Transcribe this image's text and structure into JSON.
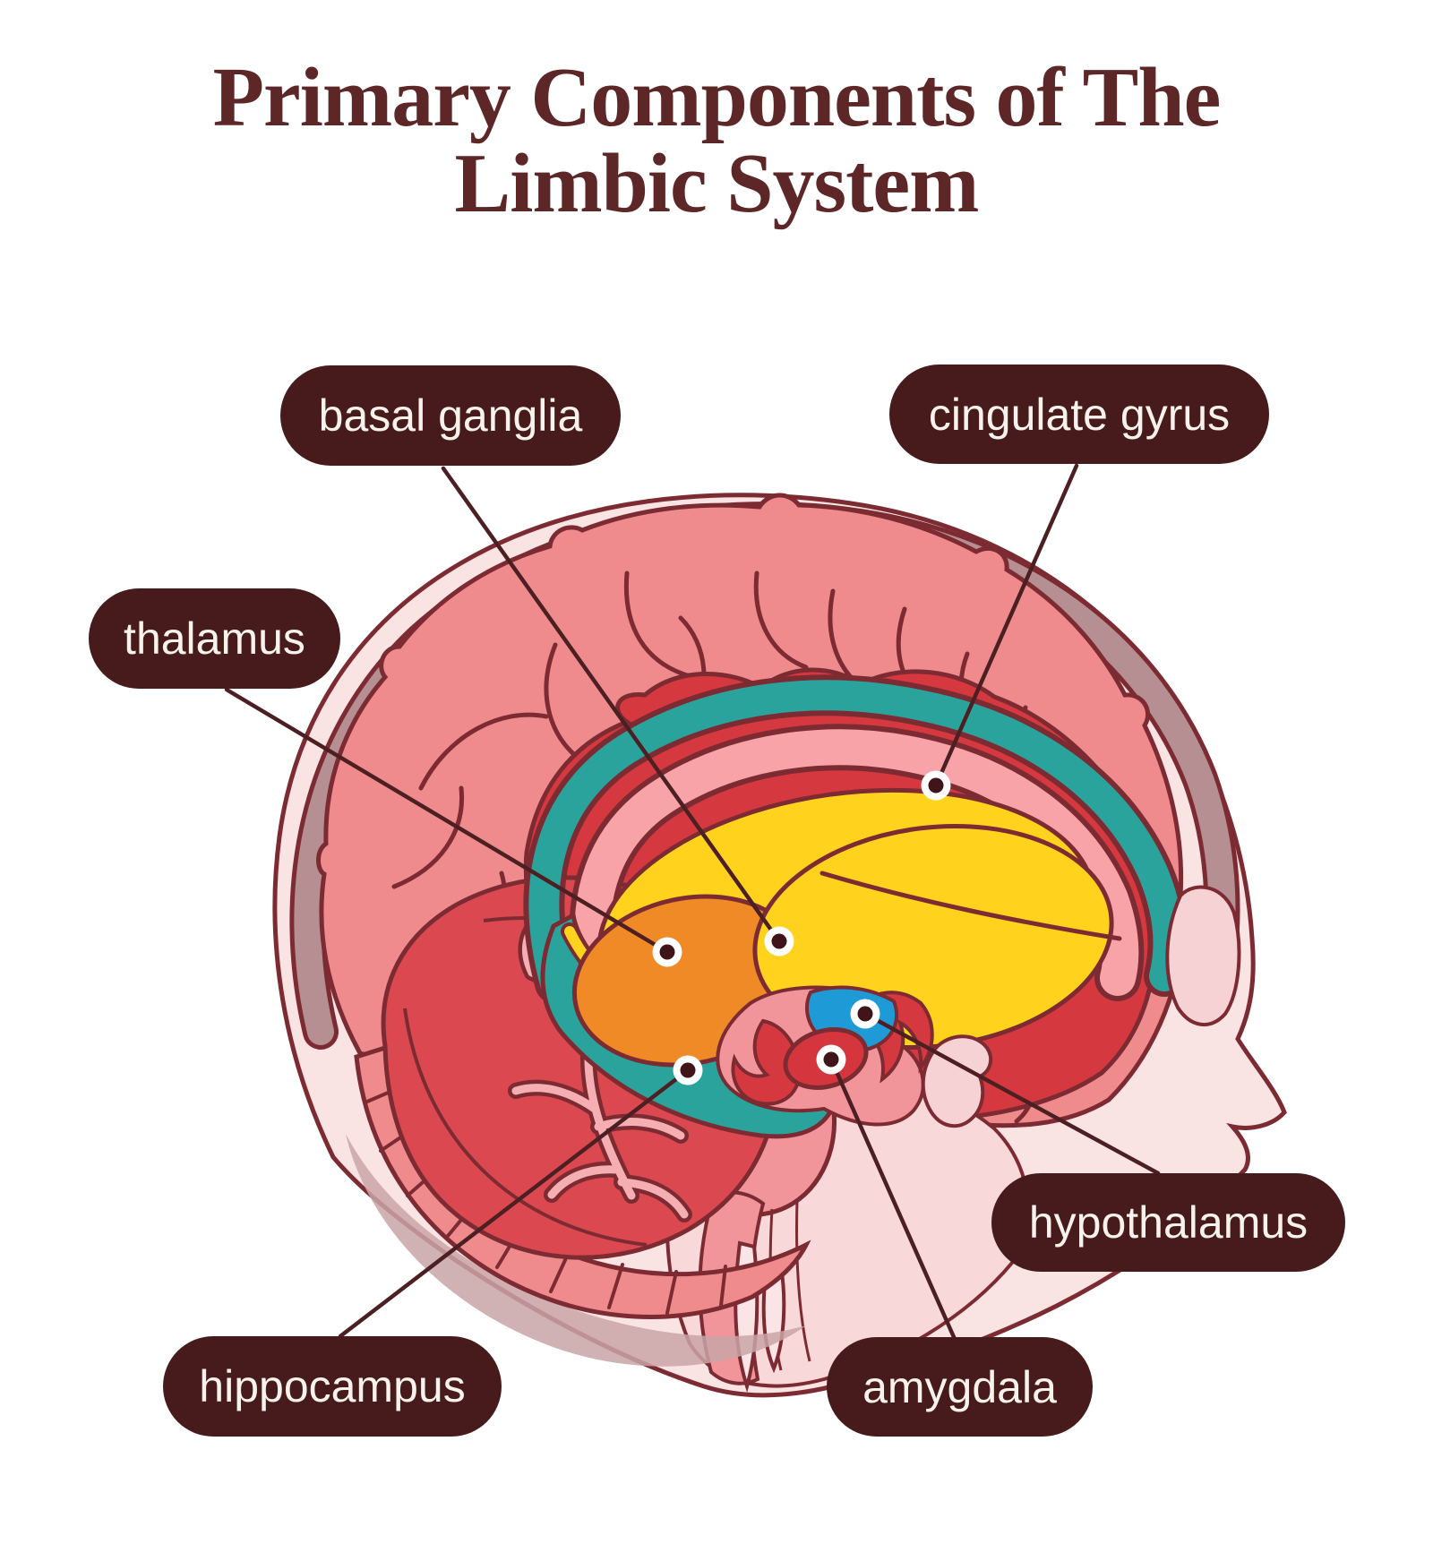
{
  "title": {
    "line1": "Primary Components of The",
    "line2": "Limbic System"
  },
  "labels": [
    {
      "id": "basal-ganglia",
      "text": "basal ganglia"
    },
    {
      "id": "cingulate-gyrus",
      "text": "cingulate gyrus"
    },
    {
      "id": "thalamus",
      "text": "thalamus"
    },
    {
      "id": "hippocampus",
      "text": "hippocampus"
    },
    {
      "id": "amygdala",
      "text": "amygdala"
    },
    {
      "id": "hypothalamus",
      "text": "hypothalamus"
    }
  ],
  "colors": {
    "title_color": "#5E2727",
    "label_bg": "#471B1B",
    "label_text": "#F8F2EC",
    "outline_maroon": "#7D2B32",
    "callout_line": "#4C2023",
    "dot_core": "#401519",
    "skull_pale": "#FAE3E3",
    "meninges_gray": "#B58F92",
    "cortex_salmon": "#EF8A8D",
    "limbic_deep_red": "#D5393F",
    "cerebellum_red": "#DC4850",
    "arbor_pink": "#F5AFB3",
    "teal_band": "#2BA39D",
    "pink_ring": "#F7A3A8",
    "yellow_mass": "#FFD21E",
    "orange_mass": "#F08A26",
    "hypothalamus_blue": "#1E9BD7",
    "amygdala_red": "#D5353C",
    "brainstem_salmon": "#F2959B",
    "brainstem_pale": "#F9D8DA",
    "sinus_pale": "#F7D2D5",
    "shadow_gray": "#C9A5A7"
  }
}
